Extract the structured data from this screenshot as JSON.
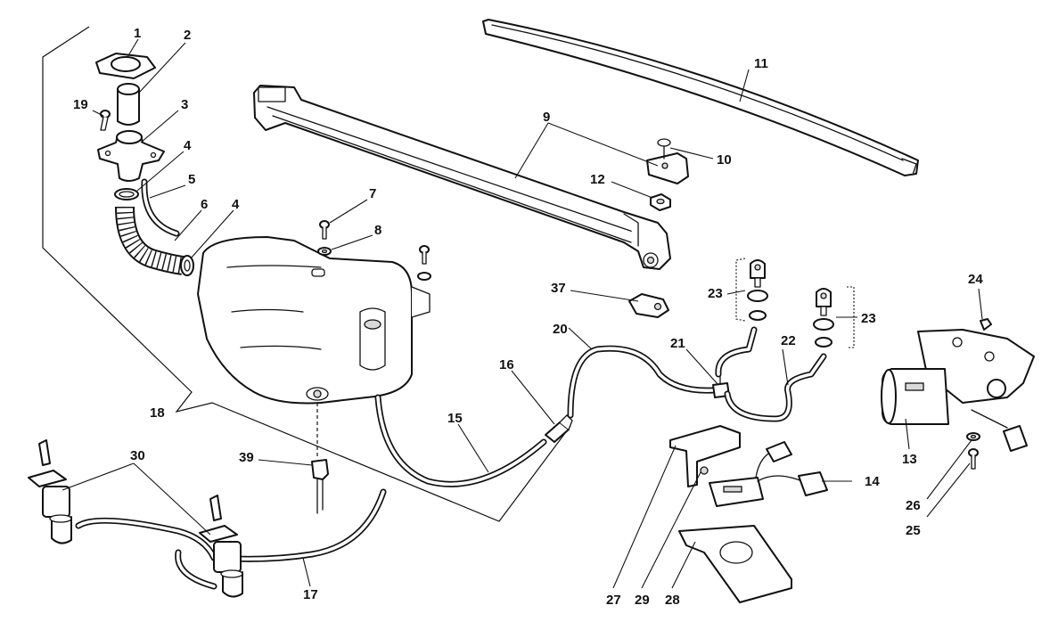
{
  "diagram": {
    "callouts": {
      "c1": "1",
      "c2": "2",
      "c3": "3",
      "c4a": "4",
      "c4b": "4",
      "c5": "5",
      "c6": "6",
      "c7": "7",
      "c8": "8",
      "c9": "9",
      "c10": "10",
      "c11": "11",
      "c12": "12",
      "c13": "13",
      "c14": "14",
      "c15": "15",
      "c16": "16",
      "c17": "17",
      "c18": "18",
      "c19": "19",
      "c20": "20",
      "c21": "21",
      "c22": "22",
      "c23a": "23",
      "c23b": "23",
      "c24": "24",
      "c25": "25",
      "c26": "26",
      "c27": "27",
      "c28": "28",
      "c29": "29",
      "c30": "30",
      "c37": "37",
      "c39": "39"
    }
  }
}
